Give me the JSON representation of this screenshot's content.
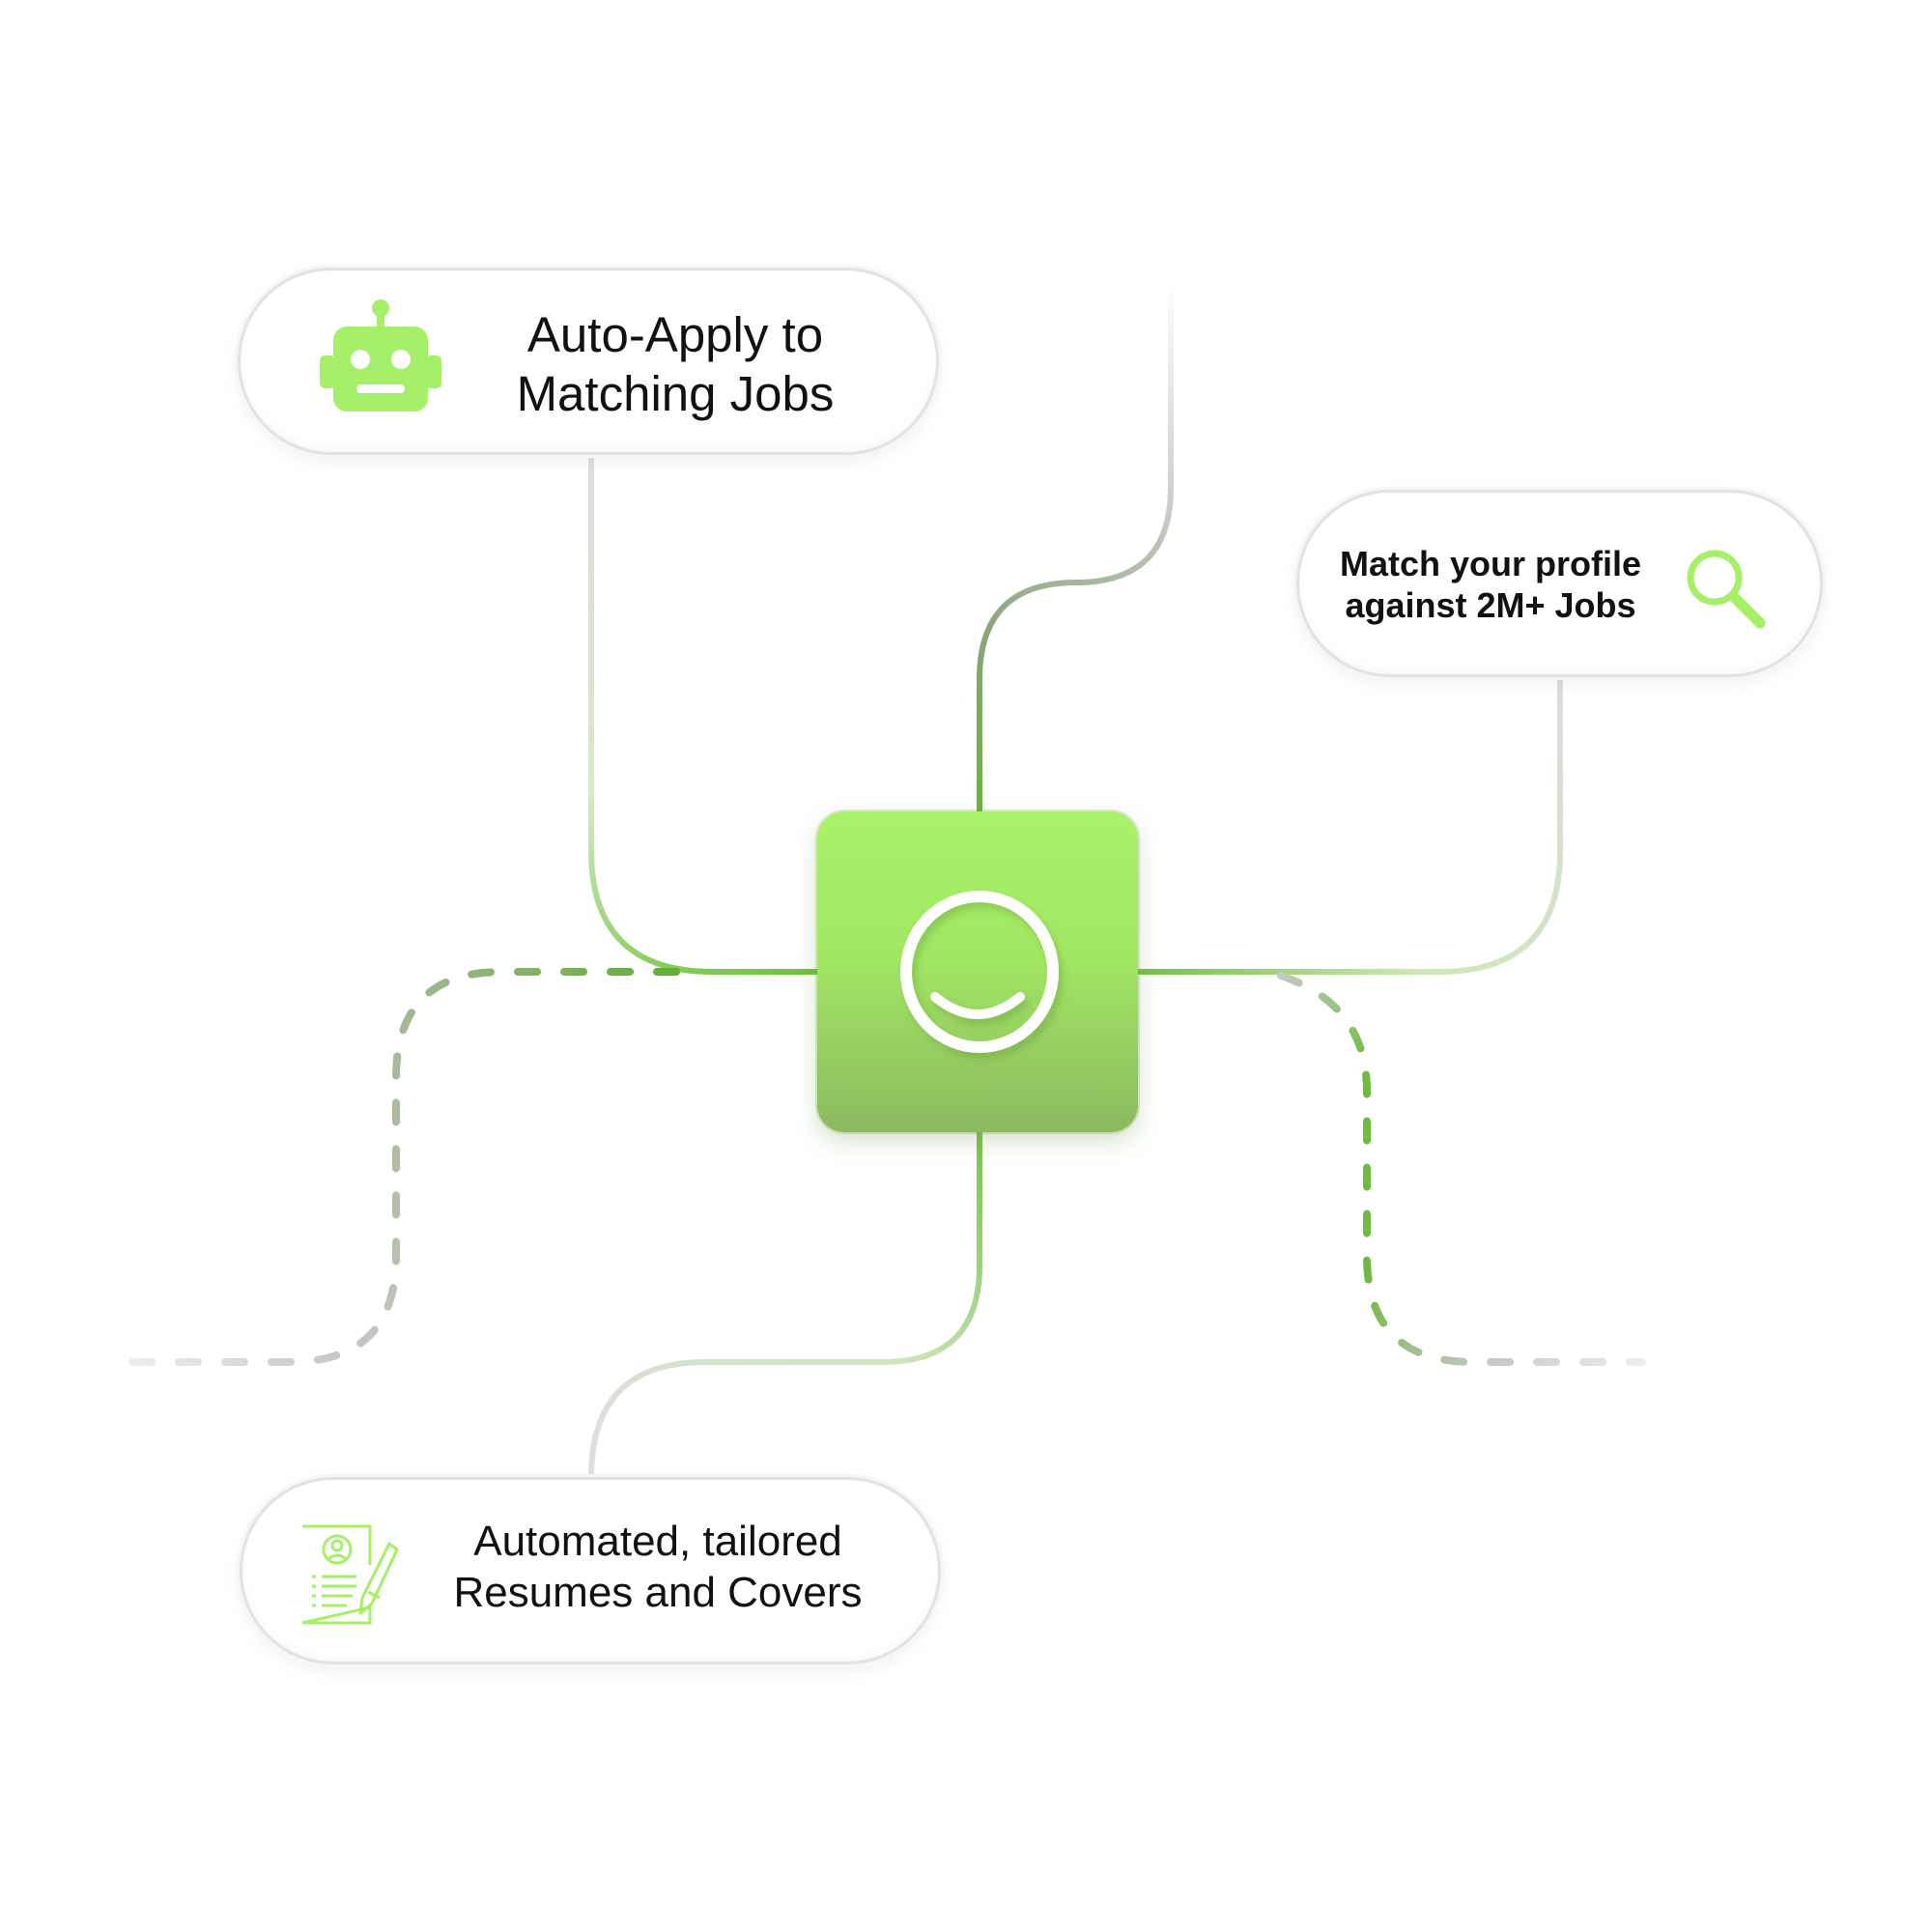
{
  "nodes": {
    "auto_apply": {
      "icon": "robot-icon",
      "lines": [
        "Auto-Apply to",
        "Matching Jobs"
      ]
    },
    "match_profile": {
      "icon": "magnifier-icon",
      "lines": [
        "Match your profile",
        "against 2M+ Jobs"
      ]
    },
    "resumes": {
      "icon": "resume-edit-icon",
      "lines": [
        "Automated, tailored",
        "Resumes and Covers"
      ]
    },
    "center": {
      "icon": "smile-logo-icon"
    }
  },
  "colors": {
    "accent": "#a6ef68",
    "accent_dark": "#5fa832",
    "line_gray": "#d6d6d6",
    "text": "#111111"
  }
}
